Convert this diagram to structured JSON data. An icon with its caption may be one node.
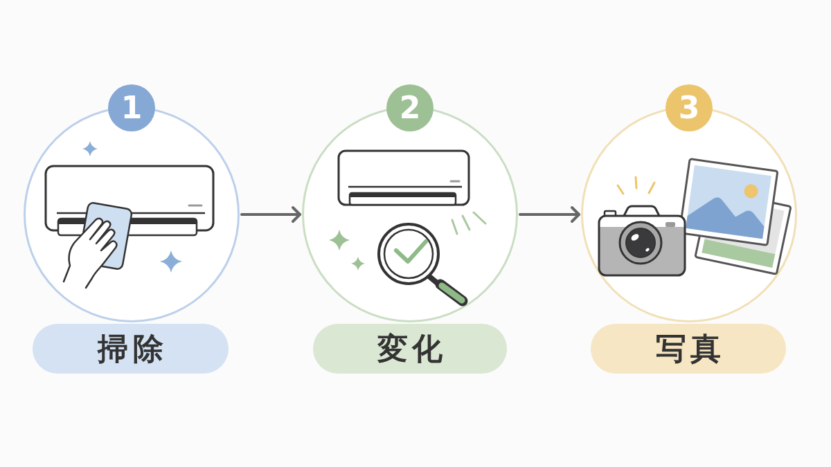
{
  "diagram": {
    "nodes": [
      {
        "text": [
          "1"
        ]
      },
      {
        "text": [
          "掃除"
        ]
      },
      {
        "text": [
          "2"
        ]
      },
      {
        "text": [
          "変化"
        ]
      },
      {
        "text": [
          "3"
        ]
      },
      {
        "text": [
          "写真"
        ]
      }
    ],
    "edges": [
      {
        "from": 0,
        "to": 2,
        "arrow": "to"
      },
      {
        "from": 2,
        "to": 4,
        "arrow": "to"
      }
    ]
  }
}
